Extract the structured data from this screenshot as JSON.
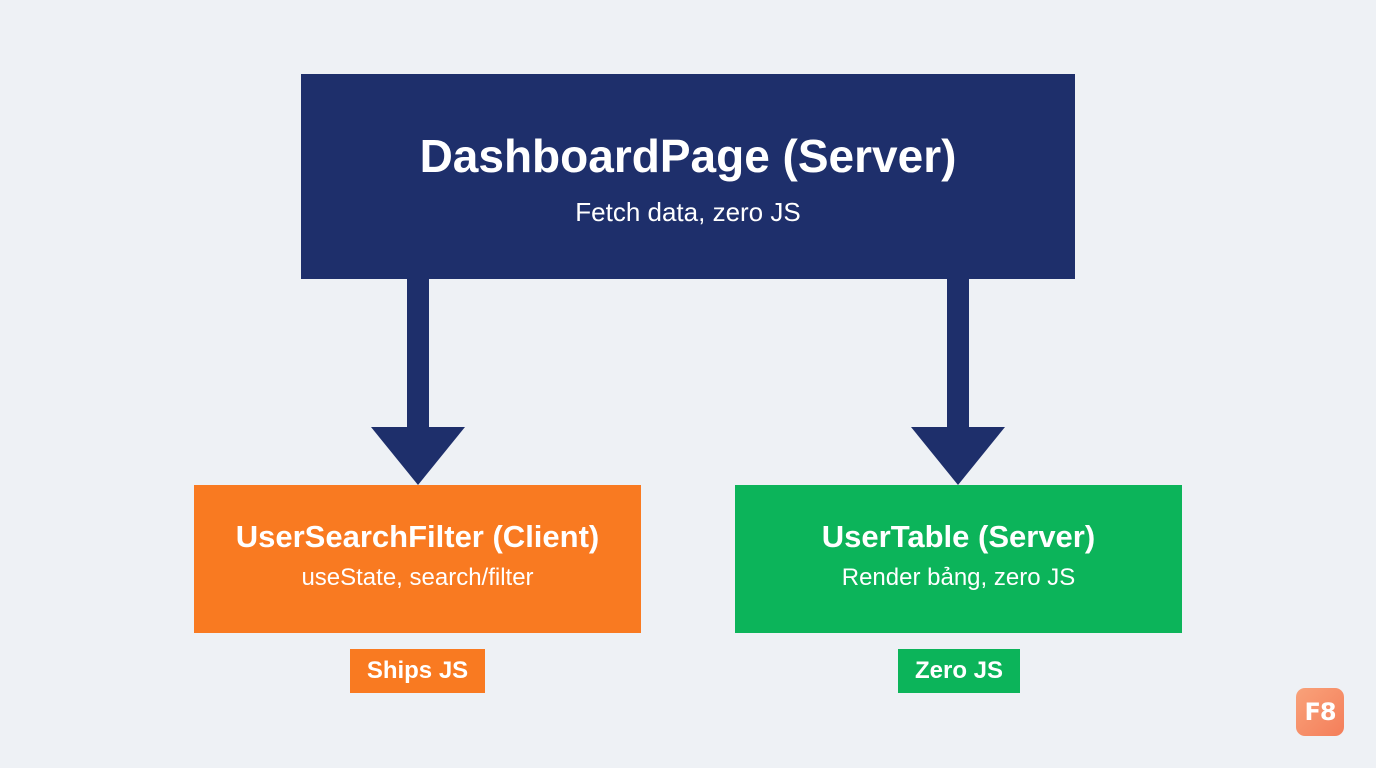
{
  "nodes": {
    "root": {
      "title": "DashboardPage (Server)",
      "subtitle": "Fetch data, zero JS",
      "color": "#1e2f6b"
    },
    "client": {
      "title": "UserSearchFilter (Client)",
      "subtitle": "useState, search/filter",
      "tag": "Ships JS",
      "color": "#f97a21"
    },
    "server": {
      "title": "UserTable (Server)",
      "subtitle": "Render bảng, zero JS",
      "tag": "Zero JS",
      "color": "#0cb45a"
    }
  },
  "edges": [
    {
      "from": "root",
      "to": "client"
    },
    {
      "from": "root",
      "to": "server"
    }
  ],
  "logo": {
    "text": "F8"
  }
}
